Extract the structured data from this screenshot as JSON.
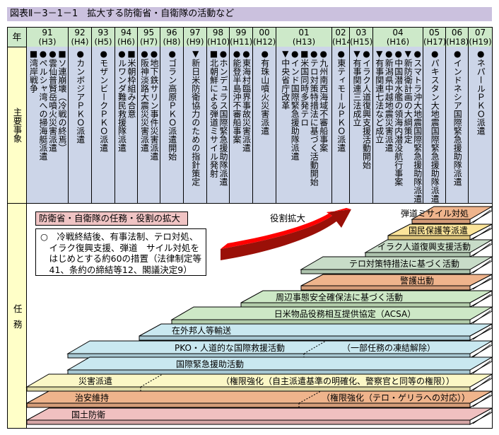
{
  "title": "図表Ⅱ－3－1－1　拡大する防衛省・自衛隊の活動など",
  "table": {
    "year_header": "年",
    "events_header": "主要事象",
    "years": [
      {
        "year": "91",
        "era": "(H3)",
        "items": [
          {
            "m": "■",
            "t": "ソ連崩壊（冷戦の終焉）"
          },
          {
            "m": "●",
            "t": "雲仙普賢岳噴火災害派遣"
          },
          {
            "m": "●",
            "t": "ペルシャ湾への掃海艇派遣"
          },
          {
            "m": "■",
            "t": "湾岸戦争"
          }
        ]
      },
      {
        "year": "92",
        "era": "(H4)",
        "items": [
          {
            "m": "●",
            "t": "カンボジアＰＫＯ派遣"
          }
        ]
      },
      {
        "year": "93",
        "era": "(H5)",
        "items": [
          {
            "m": "●",
            "t": "モザンビークＰＫＯ派遣"
          }
        ]
      },
      {
        "year": "94",
        "era": "(H6)",
        "items": [
          {
            "m": "■",
            "t": "米朝枠組み合意"
          },
          {
            "m": "●",
            "t": "ルワンダ難民救援隊派遣"
          }
        ]
      },
      {
        "year": "95",
        "era": "(H7)",
        "items": [
          {
            "m": "●",
            "t": "地下鉄サリン事件災害派遣"
          },
          {
            "m": "●",
            "t": "阪神淡路大震災災害派遣"
          }
        ]
      },
      {
        "year": "96",
        "era": "(H8)",
        "items": [
          {
            "m": "●",
            "t": "ゴラン高原ＰＫＯ派遣開始"
          }
        ]
      },
      {
        "year": "97",
        "era": "(H9)",
        "items": [
          {
            "m": "▼",
            "t": "新日米防衛協力のための指針策定"
          }
        ]
      },
      {
        "year": "98",
        "era": "(H10)",
        "items": [
          {
            "m": "●",
            "t": "ホンデュラス国際緊急援助隊派遣"
          },
          {
            "m": "■",
            "t": "北朝鮮による弾道ミサイル発射"
          }
        ]
      },
      {
        "year": "99",
        "era": "(H11)",
        "items": [
          {
            "m": "●",
            "t": "東海村臨界事故災害派遣"
          },
          {
            "m": "●",
            "t": "能登半島沖不審船事案"
          }
        ]
      },
      {
        "year": "00",
        "era": "(H12)",
        "items": [
          {
            "m": "●",
            "t": "有珠山噴火災害派遣"
          }
        ]
      },
      {
        "year": "01",
        "era": "(H13)",
        "items": [
          {
            "m": "●",
            "t": "九州南西海域不審船事案"
          },
          {
            "m": "●",
            "t": "テロ対策特措法に基づく活動開始"
          },
          {
            "m": "■",
            "t": "米国同時多発テロ"
          },
          {
            "m": "●",
            "t": "インド国際緊急援助隊派遣"
          },
          {
            "m": "▼",
            "t": "中央省庁改革"
          }
        ]
      },
      {
        "year": "02",
        "era": "(H14)",
        "items": [
          {
            "m": "●",
            "t": "東ティモールＰＫＯ派遣"
          }
        ]
      },
      {
        "year": "03",
        "era": "(H15)",
        "items": [
          {
            "m": "●",
            "t": "イラク人道復興支援活動開始"
          },
          {
            "m": "▼",
            "t": "有事関連三法成立"
          }
        ]
      },
      {
        "year": "04",
        "era": "(H16)",
        "items": [
          {
            "m": "●",
            "t": "スマトラ沖大地震国際緊急援助隊派遣"
          },
          {
            "m": "▼",
            "t": "新防衛計画の大綱策定"
          },
          {
            "m": "●",
            "t": "中国潜水艦の領海内潜没航行事案"
          },
          {
            "m": "●",
            "t": "新潟県中越地震災害派遣"
          },
          {
            "m": "▼",
            "t": "有事関連七法など成立"
          }
        ]
      },
      {
        "year": "05",
        "era": "(H17)",
        "items": [
          {
            "m": "●",
            "t": "パキスタン大地震国際緊急援助隊派遣"
          }
        ]
      },
      {
        "year": "06",
        "era": "(H18)",
        "items": [
          {
            "m": "●",
            "t": "インドネシア国際緊急援助隊派遣"
          }
        ]
      },
      {
        "year": "07",
        "era": "(H19)",
        "items": [
          {
            "m": "●",
            "t": "ネパールＰＫＯ派遣"
          }
        ]
      }
    ]
  },
  "missions": {
    "header_chars": [
      "任",
      "務"
    ],
    "heading": "防衛省・自衛隊の任務・役割の拡大",
    "note_lines": [
      "○　冷戦終結後、有事法制、テロ対処、",
      "　イラク復興支援、弾道　サイル対処を",
      "　はじめとする約60の措置（法律制定等",
      "　41、条約の締結等12、閣議決定9）"
    ],
    "arrow_label": "役割拡大",
    "layers": [
      {
        "label": "弾道ミサイル対処",
        "color": "#efb48c",
        "front": "#d49c78"
      },
      {
        "label": "国民保護等派遣",
        "color": "#fbe49a",
        "front": "#dcc47c"
      },
      {
        "label": "イラク人道復興支援活動",
        "color": "#c8dcc8",
        "front": "#adc3ad"
      },
      {
        "label": "テロ対策特措法に基づく活動",
        "color": "#c8dcc8",
        "front": "#adc3ad"
      },
      {
        "label": "警護出動",
        "color": "#efb48c",
        "front": "#d49c78"
      },
      {
        "label": "周辺事態安全確保法に基づく活動",
        "color": "#cde8c6",
        "front": "#b2ccaa"
      },
      {
        "label": "日米物品役務相互提供協定（ACSA）",
        "color": "#cde8c6",
        "front": "#b2ccaa"
      },
      {
        "label": "在外邦人等輸送",
        "color": "#c9e8f0",
        "front": "#a7c7d2"
      },
      {
        "label": "PKO・人道的な国際救援活動",
        "label2": "（一部任務の凍結解除）",
        "color": "#c9e8f0",
        "front": "#a7c7d2"
      },
      {
        "label": "国際緊急援助活動",
        "color": "#c9e8f0",
        "front": "#a7c7d2"
      },
      {
        "label": "災害派遣",
        "label2": "（権限強化（自主派遣基準の明確化、警察官と同等の権限））",
        "color": "#fbf7c6",
        "front": "#dedaa6"
      },
      {
        "label": "治安維持",
        "label2": "（権限強化（テロ・ゲリラへの対応））",
        "color": "#efb48c",
        "front": "#d49c78"
      },
      {
        "label": "国土防衛",
        "color": "#f0c0c0",
        "front": "#d6a6a6"
      }
    ]
  }
}
